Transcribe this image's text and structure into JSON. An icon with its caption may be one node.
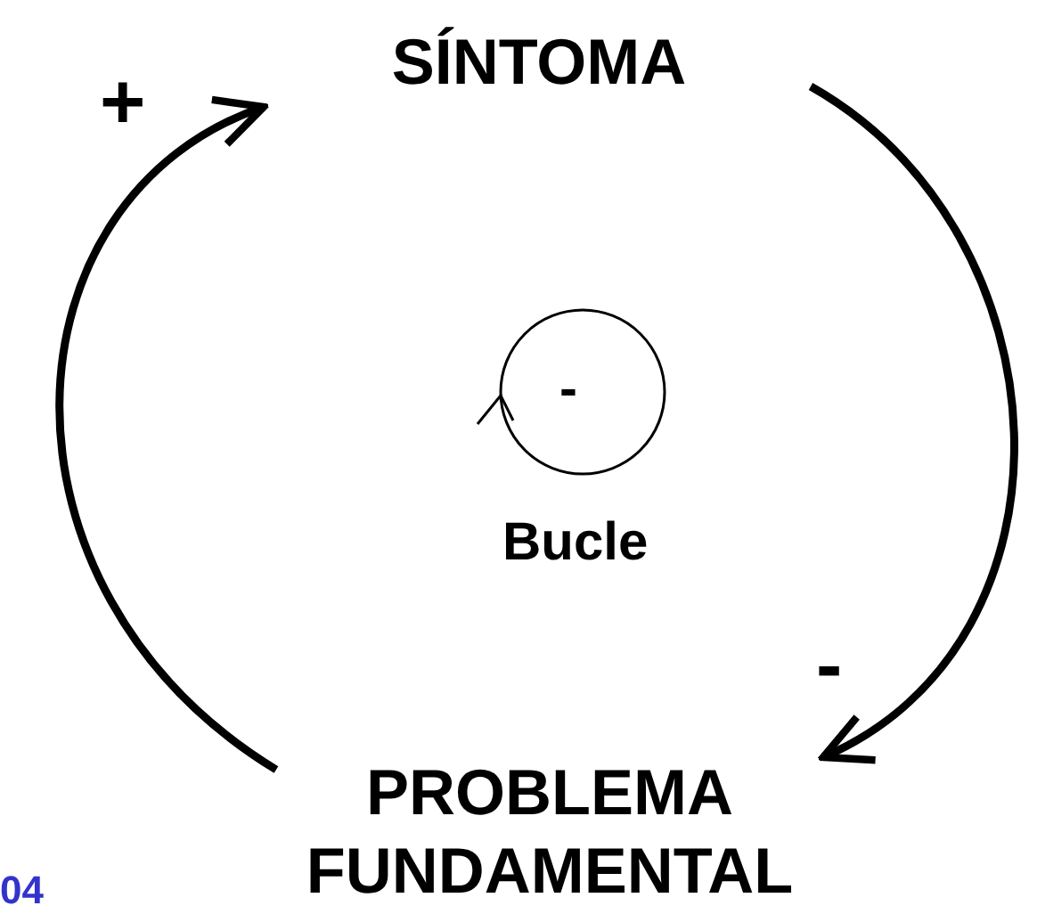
{
  "diagram": {
    "nodes": [
      {
        "text": [
          "SÍNTOMA"
        ]
      },
      {
        "text": [
          "PROBLEMA FUNDAMENTAL"
        ]
      }
    ],
    "edges": [
      {
        "from": 0,
        "to": 1,
        "arrow": "to",
        "label": "-"
      },
      {
        "from": 1,
        "to": 0,
        "arrow": "to",
        "label": "+"
      }
    ],
    "labels": [
      "-",
      "Bucle",
      "04"
    ]
  }
}
